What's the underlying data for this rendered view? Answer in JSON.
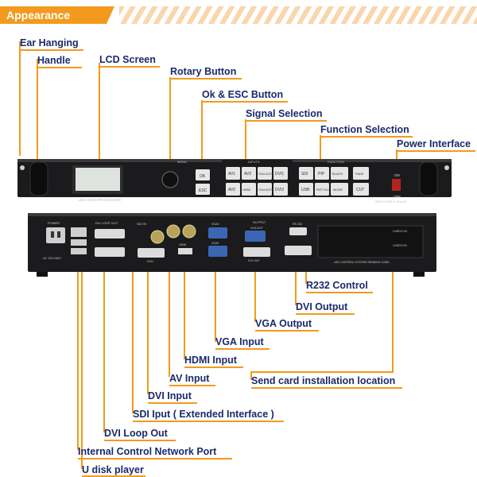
{
  "title": "Appearance",
  "device": {
    "front_caption": "LED VIDEO PROCESSOR",
    "brand_caption": "SWITCHER & SCALE",
    "menu_label": "MENU",
    "inputs_label": "INPUTS",
    "function_label": "FUNCTION",
    "power_on": "ON",
    "power_off": "OFF",
    "btn_ok": "OK",
    "btn_esc": "ESC",
    "btn_av1": "AV1",
    "btn_av2": "AV2",
    "btn_av3": "AV3",
    "btn_hdmi": "HDMI",
    "btn_vga1": "VGA1 AUTO",
    "btn_vga2": "VGA2 AUTO",
    "btn_dvi1": "DVI1",
    "btn_dvi2": "DVI2",
    "btn_sdi": "SDI",
    "btn_usb": "USB",
    "btn_pip": "PIP",
    "btn_part": "PART FULL",
    "btn_black": "BLACK",
    "btn_mode": "MODE",
    "btn_fade": "FADE",
    "btn_cut": "CUT",
    "rear_power": "POWER",
    "rear_voltage": "AC 100-240V",
    "rear_dvi_loop": "DVI LOOP OUT",
    "rear_sdi": "SDI IN",
    "rear_vga2": "VGA2",
    "rear_vga1": "VGA1",
    "rear_hdmi": "HDMI",
    "rear_dvi": "DVI1",
    "rear_output": "OUTPUT",
    "rear_vga_out": "VGA OUT",
    "rear_dvi_out": "DVI OUT",
    "rear_rs232": "RS 232",
    "rear_card": "LED CONTROL SYSTEM SENDING CARD",
    "rear_card_side1": "CARD1 DVI",
    "rear_card_side2": "CARD2 DVI"
  },
  "labels": {
    "ear_hanging": "Ear Hanging",
    "handle": "Handle",
    "lcd_screen": "LCD Screen",
    "rotary_button": "Rotary Button",
    "ok_esc_button": "Ok & ESC Button",
    "signal_selection": "Signal Selection",
    "function_selection": "Function Selection",
    "power_interface": "Power Interface",
    "r232_control": "R232 Control",
    "dvi_output": "DVI Output",
    "vga_output": "VGA Output",
    "vga_input": "VGA Input",
    "hdmi_input": "HDMI Input",
    "av_input": "AV Input",
    "dvi_input": "DVI Input",
    "sdi_input": "SDI Iput ( Extended Interface )",
    "dvi_loop_out": "DVI Loop Out",
    "internal_network": "Internal Control Network Port",
    "usb_player": "U disk player",
    "send_card": "Send card installation location"
  },
  "colors": {
    "accent": "#f39a1e",
    "label_text": "#1a2a6c",
    "device_body": "#1b1b1d",
    "panel_bezel": "#2a2a2c"
  }
}
